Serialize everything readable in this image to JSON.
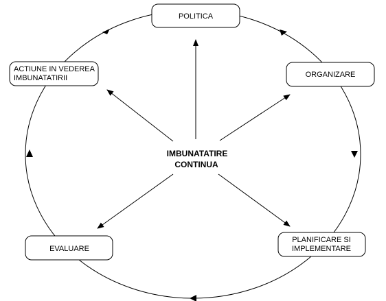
{
  "diagram": {
    "center": {
      "line1": "IMBUNATATIRE",
      "line2": "CONTINUA"
    },
    "nodes": {
      "politica": {
        "line1": "POLITICA"
      },
      "organizare": {
        "line1": "ORGANIZARE"
      },
      "planificare": {
        "line1": "PLANIFICARE SI",
        "line2": "IMPLEMENTARE"
      },
      "evaluare": {
        "line1": "EVALUARE"
      },
      "actiune": {
        "line1": "ACTIUNE IN VEDEREA",
        "line2": "IMBUNATATIRII"
      }
    },
    "colors": {
      "stroke": "#000000",
      "background": "#ffffff"
    }
  }
}
